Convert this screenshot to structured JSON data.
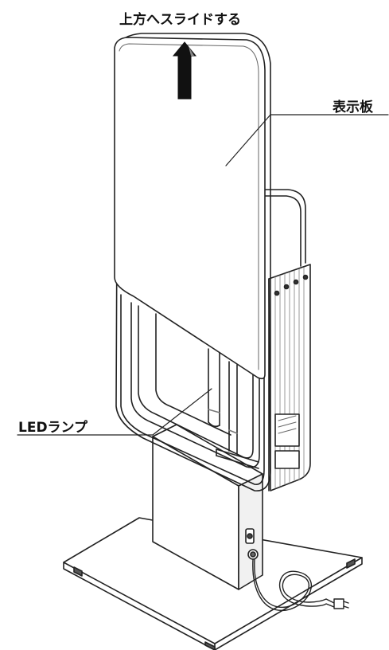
{
  "labels": {
    "slide_up": "上方へスライドする",
    "display_panel": "表示板",
    "led_lamp": "LEDランプ"
  },
  "colors": {
    "line": "#222222",
    "arrow": "#111111",
    "shade": "#9a9a9a",
    "background": "#ffffff"
  },
  "icons": {
    "direction_arrow": "arrow-up-icon"
  }
}
